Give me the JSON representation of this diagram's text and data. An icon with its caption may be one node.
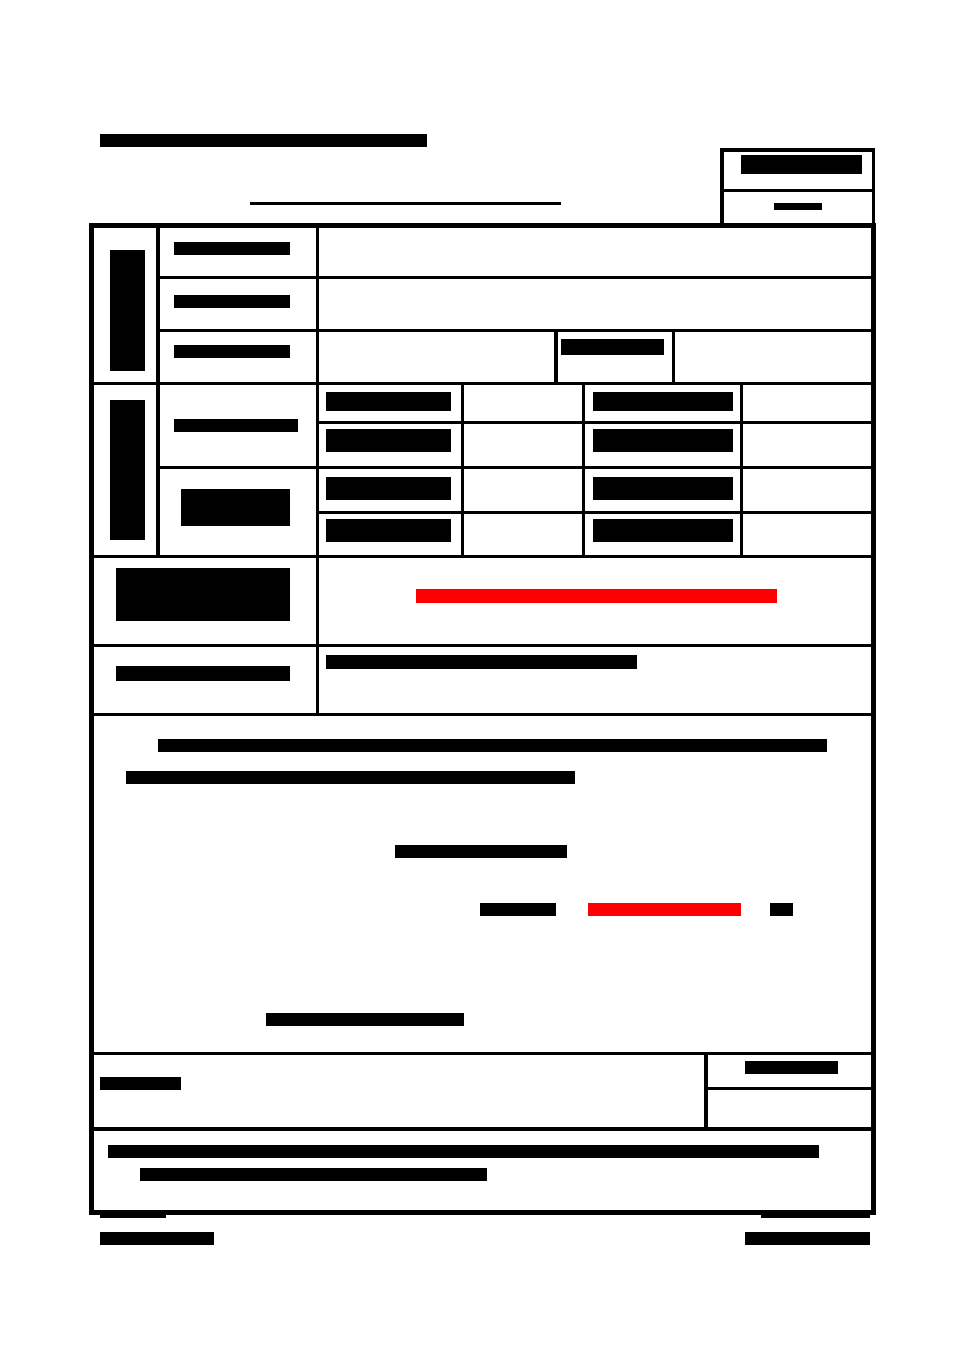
{
  "diagram": {
    "nodes": [
      {
        "text": [],
        "shape": "box"
      },
      {
        "text": [],
        "shape": "box"
      },
      {
        "text": [],
        "shape": "box"
      },
      {
        "text": [],
        "shape": "box"
      },
      {
        "text": [],
        "shape": "box"
      },
      {
        "text": [],
        "shape": "box"
      },
      {
        "text": [],
        "shape": "box"
      },
      {
        "text": [],
        "shape": "box"
      },
      {
        "text": [],
        "shape": "box"
      },
      {
        "text": [],
        "shape": "box"
      },
      {
        "text": [],
        "shape": "box"
      },
      {
        "text": [],
        "shape": "box"
      },
      {
        "text": [],
        "shape": "box"
      },
      {
        "text": [],
        "shape": "box"
      },
      {
        "text": [],
        "shape": "box"
      },
      {
        "text": [],
        "shape": "box"
      },
      {
        "text": [],
        "shape": "box"
      },
      {
        "text": [],
        "shape": "box"
      },
      {
        "text": [],
        "shape": "box"
      },
      {
        "text": [],
        "shape": "box"
      },
      {
        "text": [],
        "shape": "box"
      },
      {
        "text": [],
        "shape": "box"
      },
      {
        "text": [],
        "shape": "box"
      },
      {
        "text": [],
        "shape": "box"
      },
      {
        "text": [],
        "shape": "box"
      },
      {
        "text": [],
        "shape": "box"
      },
      {
        "text": [],
        "shape": "box"
      },
      {
        "text": [],
        "shape": "box"
      },
      {
        "text": [],
        "shape": "box"
      },
      {
        "text": [],
        "shape": "box"
      },
      {
        "text": [],
        "shape": "box"
      },
      {
        "text": [],
        "shape": "box"
      },
      {
        "text": [],
        "shape": "box"
      },
      {
        "text": [],
        "shape": "box"
      },
      {
        "text": [],
        "shape": "box"
      },
      {
        "text": [],
        "shape": "box"
      },
      {
        "text": [],
        "shape": "box"
      },
      {
        "text": [],
        "shape": "box"
      },
      {
        "text": [],
        "shape": "box"
      }
    ]
  }
}
